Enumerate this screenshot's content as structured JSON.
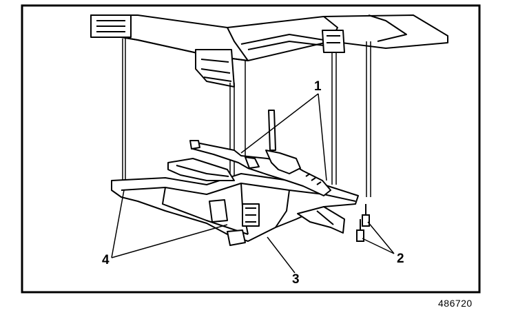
{
  "callouts": [
    {
      "id": "1",
      "text": "1"
    },
    {
      "id": "2",
      "text": "2"
    },
    {
      "id": "3",
      "text": "3"
    },
    {
      "id": "4",
      "text": "4"
    }
  ],
  "figure_number": "486720",
  "colors": {
    "ink": "#000000",
    "paper": "#ffffff"
  }
}
